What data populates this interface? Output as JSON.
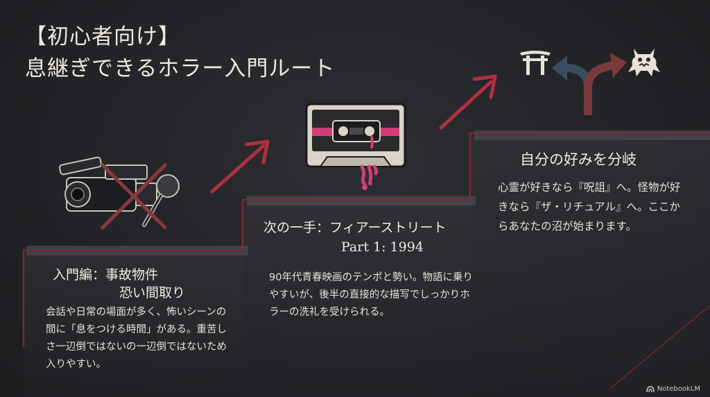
{
  "title": {
    "line1": "【初心者向け】",
    "line2": "息継ぎできるホラー入門ルート"
  },
  "step1": {
    "heading_line1": "入門編：事故物件",
    "heading_line2": "恐い間取り",
    "body": "会話や日常の場面が多く、怖いシーンの間に「息をつける時間」がある。重苦しさ一辺倒ではないの一辺倒ではないため入りやすい。"
  },
  "step2": {
    "heading_line1": "次の一手：フィアーストリート",
    "heading_line2": "Part 1: 1994",
    "body": "90年代青春映画のテンポと勢い。物語に乗りやすいが、後半の直接的な描写でしっかりホラーの洗礼を受けられる。"
  },
  "step3": {
    "heading": "自分の好みを分岐",
    "body": "心霊が好きなら『呪詛』へ。怪物が好きなら『ザ・リチュアル』へ。ここからあなたの沼が始まります。"
  },
  "icons": {
    "step1": "crossed-out-camera-microphone-icon",
    "step2": "bleeding-cassette-tape-icon",
    "step3_left": "torii-gate-icon",
    "step3_right": "monster-icon",
    "branch": "branching-arrows-icon"
  },
  "colors": {
    "accent_red": "#b0303f",
    "step_line": "#6e2a33",
    "cassette_pink": "#d43c78",
    "arrow_dark": "#3a4d5e"
  },
  "footer": {
    "brand": "NotebookLM"
  }
}
